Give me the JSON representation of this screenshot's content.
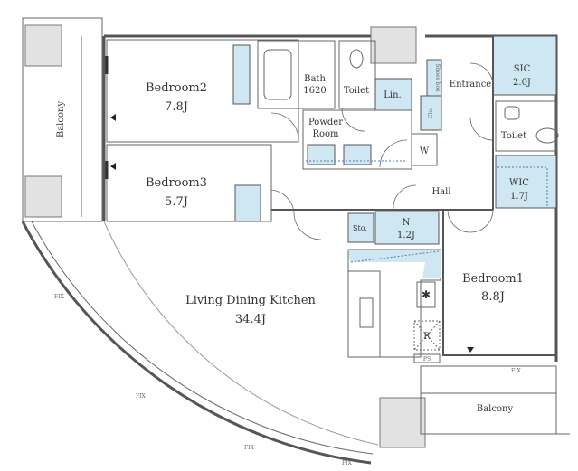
{
  "rooms": {
    "bedroom2": {
      "name": "Bedroom2",
      "size": "7.8J"
    },
    "bedroom3": {
      "name": "Bedroom3",
      "size": "5.7J"
    },
    "bedroom1": {
      "name": "Bedroom1",
      "size": "8.8J"
    },
    "ldk": {
      "name": "Living Dining Kitchen",
      "size": "34.4J"
    },
    "bath": {
      "name": "Bath",
      "size": "1620"
    },
    "toilet1": "Toilet",
    "toilet2": "Toilet",
    "linen": "Lin.",
    "powder": {
      "line1": "Powder",
      "line2": "Room"
    },
    "shoes_box": "Shoes box",
    "closet": "Clo.",
    "washer": "W",
    "entrance": "Entrance",
    "sic": {
      "name": "SIC",
      "size": "2.0J"
    },
    "wic": {
      "name": "WIC",
      "size": "1.7J"
    },
    "hall": "Hall",
    "storage": "Sto.",
    "n": {
      "name": "N",
      "size": "1.2J"
    },
    "fridge": "R",
    "ps": "PS",
    "balcony_left": "Balcony",
    "balcony_bottom": "Balcony",
    "fix": "FIX"
  }
}
